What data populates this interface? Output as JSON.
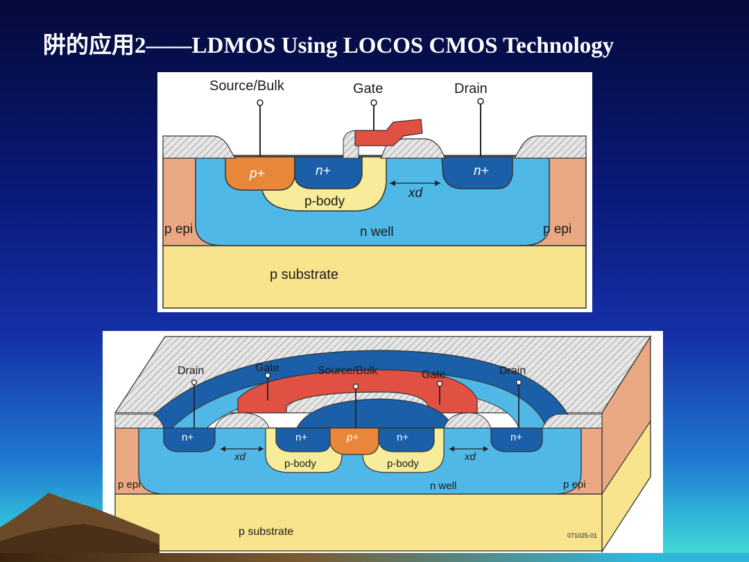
{
  "slide": {
    "title": "阱的应用2——LDMOS Using LOCOS CMOS Technology"
  },
  "diagram1": {
    "terminals": {
      "source": "Source/Bulk",
      "gate": "Gate",
      "drain": "Drain"
    },
    "regions": {
      "p_plus": "p+",
      "n_plus_left": "n+",
      "n_plus_right": "n+",
      "p_body": "p-body",
      "xd": "xd",
      "p_epi_left": "p epi",
      "n_well": "n well",
      "p_epi_right": "p epi",
      "p_substrate": "p substrate"
    }
  },
  "diagram2": {
    "terminals": {
      "drain_left": "Drain",
      "gate_left": "Gate",
      "source": "Source/Bulk",
      "gate_right": "Gate",
      "drain_right": "Drain"
    },
    "regions": {
      "n_plus_1": "n+",
      "n_plus_2": "n+",
      "p_plus": "p+",
      "n_plus_3": "n+",
      "n_plus_4": "n+",
      "xd_left": "xd",
      "xd_right": "xd",
      "p_body_left": "p-body",
      "p_body_right": "p-body",
      "p_epi_left": "p epi",
      "n_well": "n well",
      "p_epi_right": "p epi",
      "p_substrate": "p substrate"
    },
    "figure_code": "071025-01"
  },
  "colors": {
    "n_well": "#4fb8e6",
    "n_plus": "#1a5fa8",
    "p_plus": "#e8863a",
    "p_body": "#f7ec9a",
    "p_epi": "#e9a882",
    "p_substrate": "#f8e48c",
    "gate": "#e05043",
    "oxide": "#d8d8d8"
  }
}
